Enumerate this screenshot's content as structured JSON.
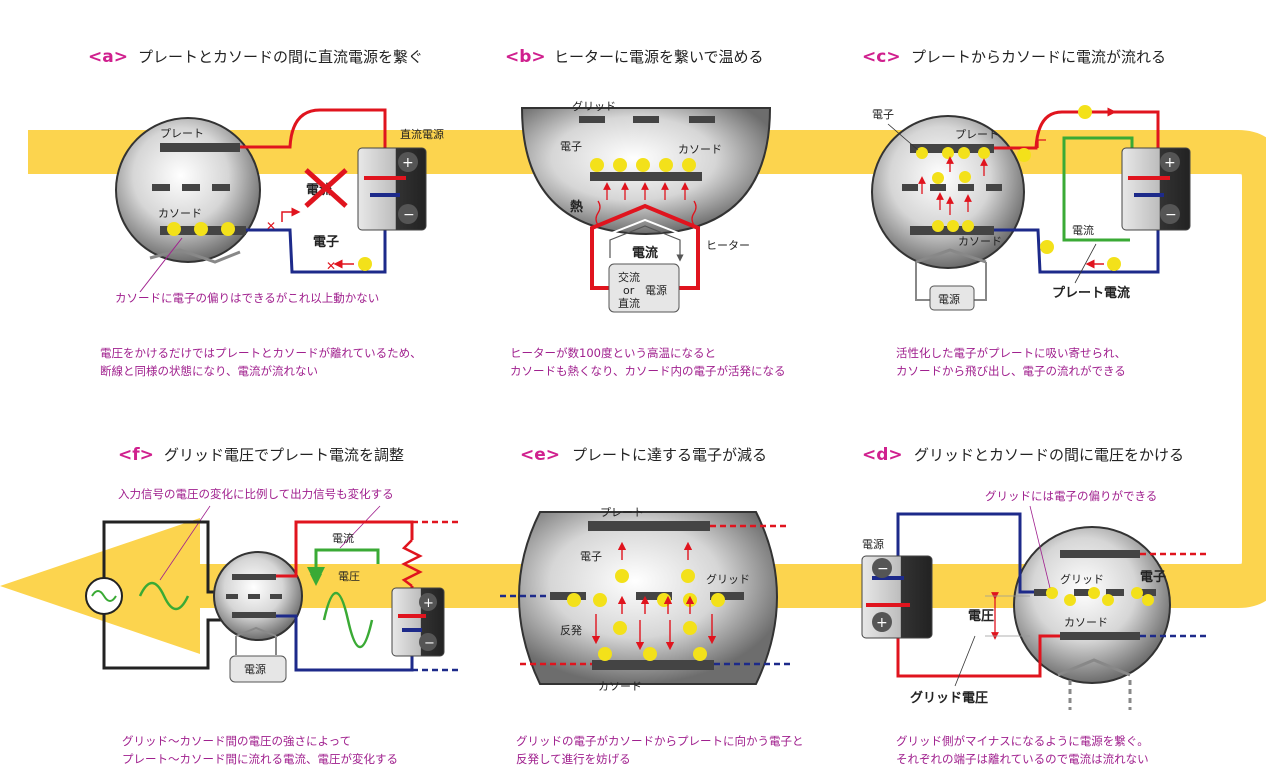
{
  "panels": {
    "a": {
      "tag": "<a>",
      "title": "プレートとカソードの間に直流電源を繋ぐ",
      "labels": {
        "plate": "プレート",
        "cathode": "カソード",
        "dc_source": "直流電源",
        "current": "電流",
        "electron": "電子",
        "plus": "+",
        "minus": "−"
      },
      "note": "カソードに電子の偏りはできるがこれ以上動かない",
      "caption": [
        "電圧をかけるだけではプレートとカソードが離れているため、",
        "断線と同様の状態になり、電流が流れない"
      ]
    },
    "b": {
      "tag": "<b>",
      "title": "ヒーターに電源を繋いで温める",
      "labels": {
        "grid": "グリッド",
        "electron": "電子",
        "cathode": "カソード",
        "heat": "熱",
        "current": "電流",
        "heater": "ヒーター",
        "ac": "交流",
        "or": "or",
        "dc": "直流",
        "source": "電源"
      },
      "caption": [
        "ヒーターが数100度という高温になると",
        "カソードも熱くなり、カソード内の電子が活発になる"
      ]
    },
    "c": {
      "tag": "<c>",
      "title": "プレートからカソードに電流が流れる",
      "labels": {
        "electron": "電子",
        "plate": "プレート",
        "cathode": "カソード",
        "current": "電流",
        "source": "電源",
        "plate_current": "プレート電流",
        "plus": "+",
        "minus": "−"
      },
      "caption": [
        "活性化した電子がプレートに吸い寄せられ、",
        "カソードから飛び出し、電子の流れができる"
      ]
    },
    "d": {
      "tag": "<d>",
      "title": "グリッドとカソードの間に電圧をかける",
      "labels": {
        "grid_bias_note": "グリッドには電子の偏りができる",
        "source": "電源",
        "grid": "グリッド",
        "electron": "電子",
        "voltage": "電圧",
        "cathode": "カソード",
        "grid_voltage": "グリッド電圧",
        "plus": "+",
        "minus": "−"
      },
      "caption": [
        "グリッド側がマイナスになるように電源を繋ぐ。",
        "それぞれの端子は離れているので電流は流れない"
      ]
    },
    "e": {
      "tag": "<e>",
      "title": "プレートに達する電子が減る",
      "labels": {
        "plate": "プレート",
        "electron": "電子",
        "grid": "グリッド",
        "repel": "反発",
        "cathode": "カソード"
      },
      "caption": [
        "グリッドの電子がカソードからプレートに向かう電子と",
        "反発して進行を妨げる"
      ]
    },
    "f": {
      "tag": "<f>",
      "title": "グリッド電圧でプレート電流を調整",
      "labels": {
        "note": "入力信号の電圧の変化に比例して出力信号も変化する",
        "current": "電流",
        "voltage": "電圧",
        "source": "電源",
        "plus": "+",
        "minus": "−"
      },
      "caption": [
        "グリッド〜カソード間の電圧の強さによって",
        "プレート〜カソード間に流れる電流、電圧が変化する"
      ]
    }
  },
  "colors": {
    "flow": "#fcd44e",
    "accent": "#d0208e",
    "wire_red": "#e0141e",
    "wire_blue": "#1d2a8a",
    "electron": "#f3e11a",
    "arrow": "#e0141e",
    "green": "#3aaa35"
  }
}
